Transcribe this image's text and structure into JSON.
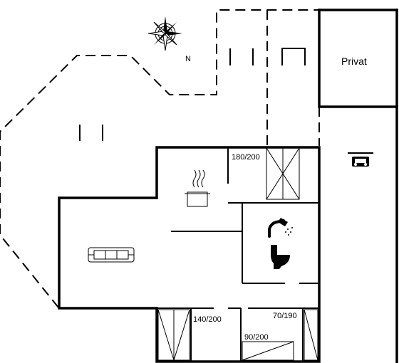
{
  "compass": {
    "north_label": "N",
    "icon": "compass-rose-icon"
  },
  "rooms": {
    "privat": {
      "label": "Privat"
    }
  },
  "beds": [
    {
      "id": "bed-1",
      "label": "180/200"
    },
    {
      "id": "bed-2",
      "label": "140/200"
    },
    {
      "id": "bed-3",
      "label": "90/200"
    },
    {
      "id": "bed-4",
      "label": "70/190"
    }
  ],
  "icons": [
    "compass-rose-icon",
    "car-icon",
    "stove-pot-icon",
    "sofa-icon",
    "shower-icon",
    "toilet-icon"
  ]
}
